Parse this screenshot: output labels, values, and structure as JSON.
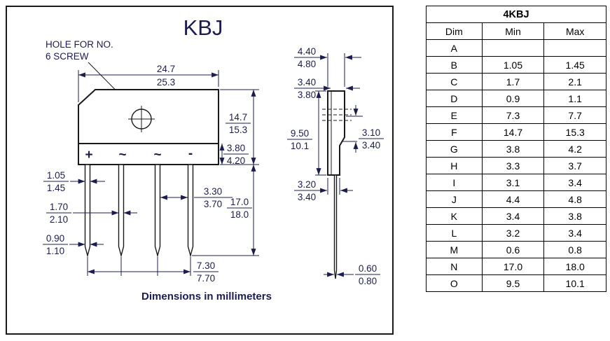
{
  "panel": {
    "title": "KBJ",
    "hole_label_line1": "HOLE FOR NO.",
    "hole_label_line2": "6 SCREW",
    "footer": "Dimensions in millimeters",
    "terminals": [
      "+",
      "~",
      "~",
      "-"
    ]
  },
  "dims": {
    "top_width": {
      "min": "24.7",
      "max": "25.3"
    },
    "body_height": {
      "min": "14.7",
      "max": "15.3"
    },
    "terminal_height": {
      "min": "3.80",
      "max": "4.20"
    },
    "outer_lead_width": {
      "min": "1.05",
      "max": "1.45"
    },
    "inner_lead_width": {
      "min": "1.70",
      "max": "2.10"
    },
    "lead_thickness": {
      "min": "0.90",
      "max": "1.10"
    },
    "lead_gap": {
      "min": "3.30",
      "max": "3.70"
    },
    "lead_length": {
      "min": "17.0",
      "max": "18.0"
    },
    "lead_span": {
      "min": "7.30",
      "max": "7.70"
    },
    "side_overall_width": {
      "min": "4.40",
      "max": "4.80"
    },
    "side_body_width": {
      "min": "3.40",
      "max": "3.80"
    },
    "side_height": {
      "min": "9.50",
      "max": "10.1"
    },
    "side_hole_offset": {
      "min": "3.10",
      "max": "3.40"
    },
    "side_base_width": {
      "min": "3.20",
      "max": "3.40"
    },
    "side_lead_thickness": {
      "min": "0.60",
      "max": "0.80"
    }
  },
  "table": {
    "title": "4KBJ",
    "headers": [
      "Dim",
      "Min",
      "Max"
    ],
    "rows": [
      {
        "dim": "A",
        "min": "",
        "max": ""
      },
      {
        "dim": "B",
        "min": "1.05",
        "max": "1.45"
      },
      {
        "dim": "C",
        "min": "1.7",
        "max": "2.1"
      },
      {
        "dim": "D",
        "min": "0.9",
        "max": "1.1"
      },
      {
        "dim": "E",
        "min": "7.3",
        "max": "7.7"
      },
      {
        "dim": "F",
        "min": "14.7",
        "max": "15.3"
      },
      {
        "dim": "G",
        "min": "3.8",
        "max": "4.2"
      },
      {
        "dim": "H",
        "min": "3.3",
        "max": "3.7"
      },
      {
        "dim": "I",
        "min": "3.1",
        "max": "3.4"
      },
      {
        "dim": "J",
        "min": "4.4",
        "max": "4.8"
      },
      {
        "dim": "K",
        "min": "3.4",
        "max": "3.8"
      },
      {
        "dim": "L",
        "min": "3.2",
        "max": "3.4"
      },
      {
        "dim": "M",
        "min": "0.6",
        "max": "0.8"
      },
      {
        "dim": "N",
        "min": "17.0",
        "max": "18.0"
      },
      {
        "dim": "O",
        "min": "9.5",
        "max": "10.1"
      }
    ]
  }
}
